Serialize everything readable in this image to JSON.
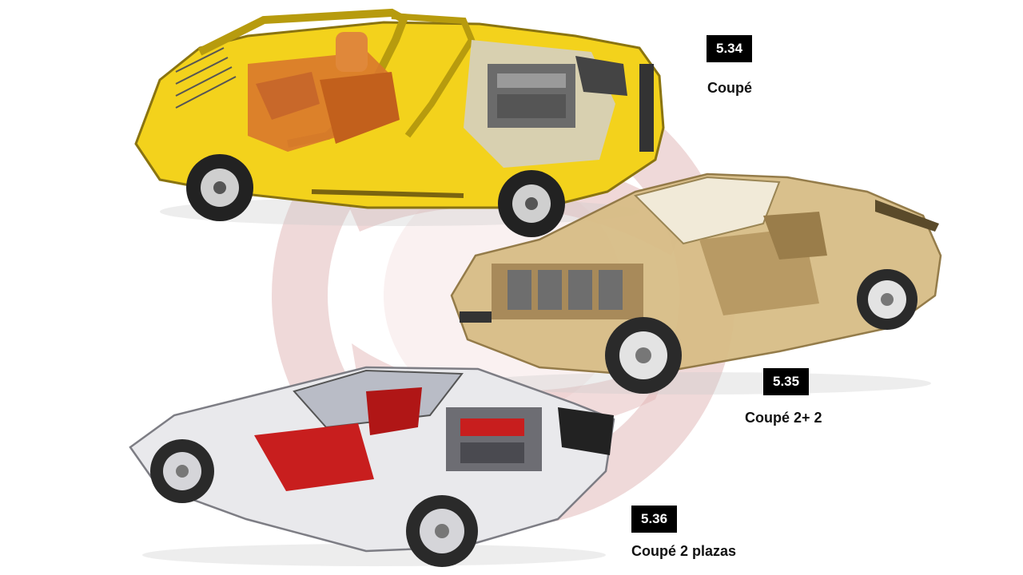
{
  "figures": [
    {
      "id": "5.34",
      "caption": "Coupé",
      "body_color": "#f3d21c",
      "interior_color": "#d9782c"
    },
    {
      "id": "5.35",
      "caption": "Coupé 2+ 2",
      "body_color": "#d8bd86",
      "interior_color": "#a88a5a"
    },
    {
      "id": "5.36",
      "caption": "Coupé 2 plazas",
      "body_color": "#e9e9ec",
      "interior_color": "#c81e1e"
    }
  ],
  "watermark_color": "#e7c6c6"
}
